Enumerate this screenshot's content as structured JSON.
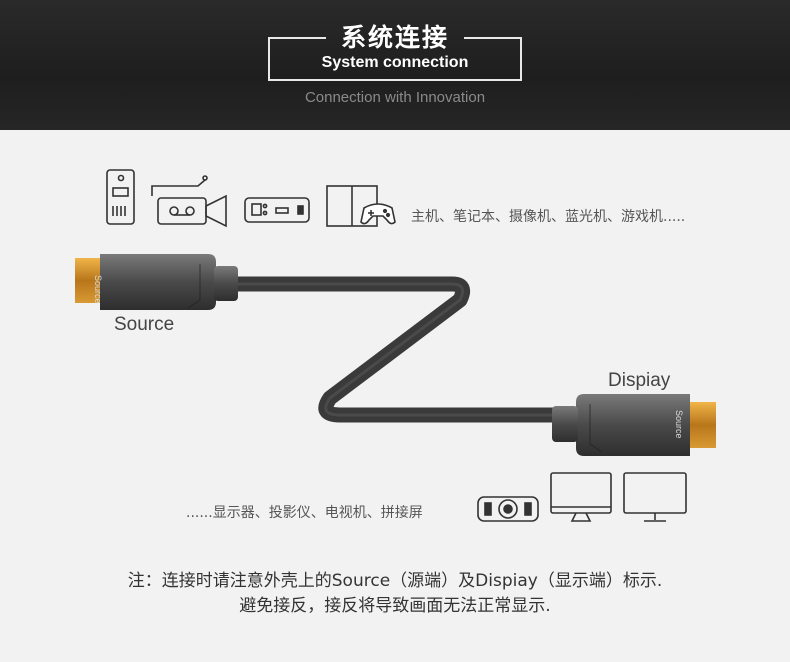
{
  "header": {
    "title_cn": "系统连接",
    "title_en": "System connection",
    "subtitle": "Connection with Innovation"
  },
  "diagram": {
    "source_devices": "主机、笔记本、摄像机、蓝光机、游戏机.....",
    "display_devices": "......显示器、投影仪、电视机、拼接屏",
    "source_label": "Source",
    "display_label": "Dispiay",
    "connector_text_left": "Source",
    "connector_text_right": "Source",
    "icons": {
      "source": [
        "desktop-tower-icon",
        "video-camera-icon",
        "bluray-player-icon",
        "game-console-icon"
      ],
      "display": [
        "projector-icon",
        "monitor-icon",
        "tv-icon"
      ]
    }
  },
  "note": {
    "line1": "注：连接时请注意外壳上的Source（源端）及Dispiay（显示端）标示.",
    "line2": "避免接反，接反将导致画面无法正常显示."
  },
  "colors": {
    "header_bg": "#222222",
    "body_bg": "#f2f2f2",
    "cable": "#3a3a3a",
    "gold": "#c8891c"
  }
}
